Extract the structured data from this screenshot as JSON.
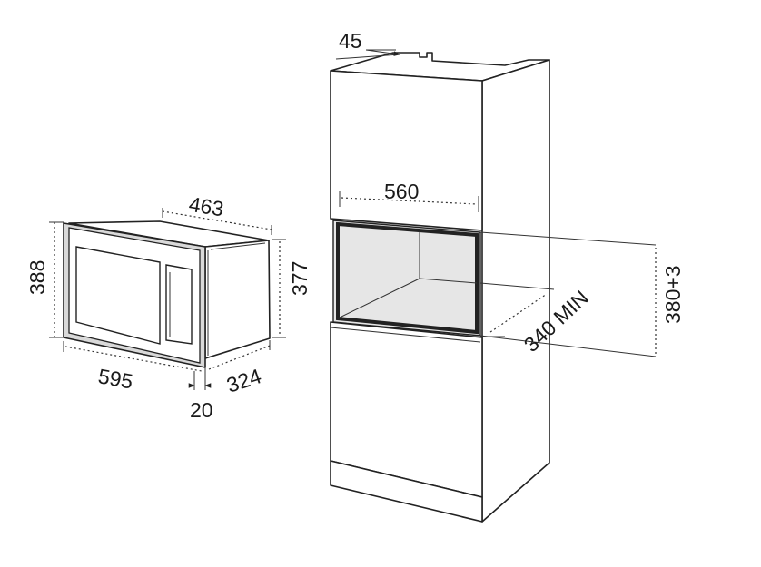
{
  "microwave": {
    "width_label": "595",
    "height_label": "388",
    "top_depth_label": "463",
    "body_height_label": "377",
    "body_depth_label": "324",
    "frame_depth_label": "20"
  },
  "cabinet": {
    "top_offset_label": "45",
    "niche_width_label": "560",
    "niche_depth_label": "340 MIN",
    "niche_height_label": "380+3"
  },
  "colors": {
    "stroke": "#222222",
    "niche_fill": "#e6e6e6",
    "frame_fill": "#d9d9d9",
    "background": "#ffffff"
  }
}
